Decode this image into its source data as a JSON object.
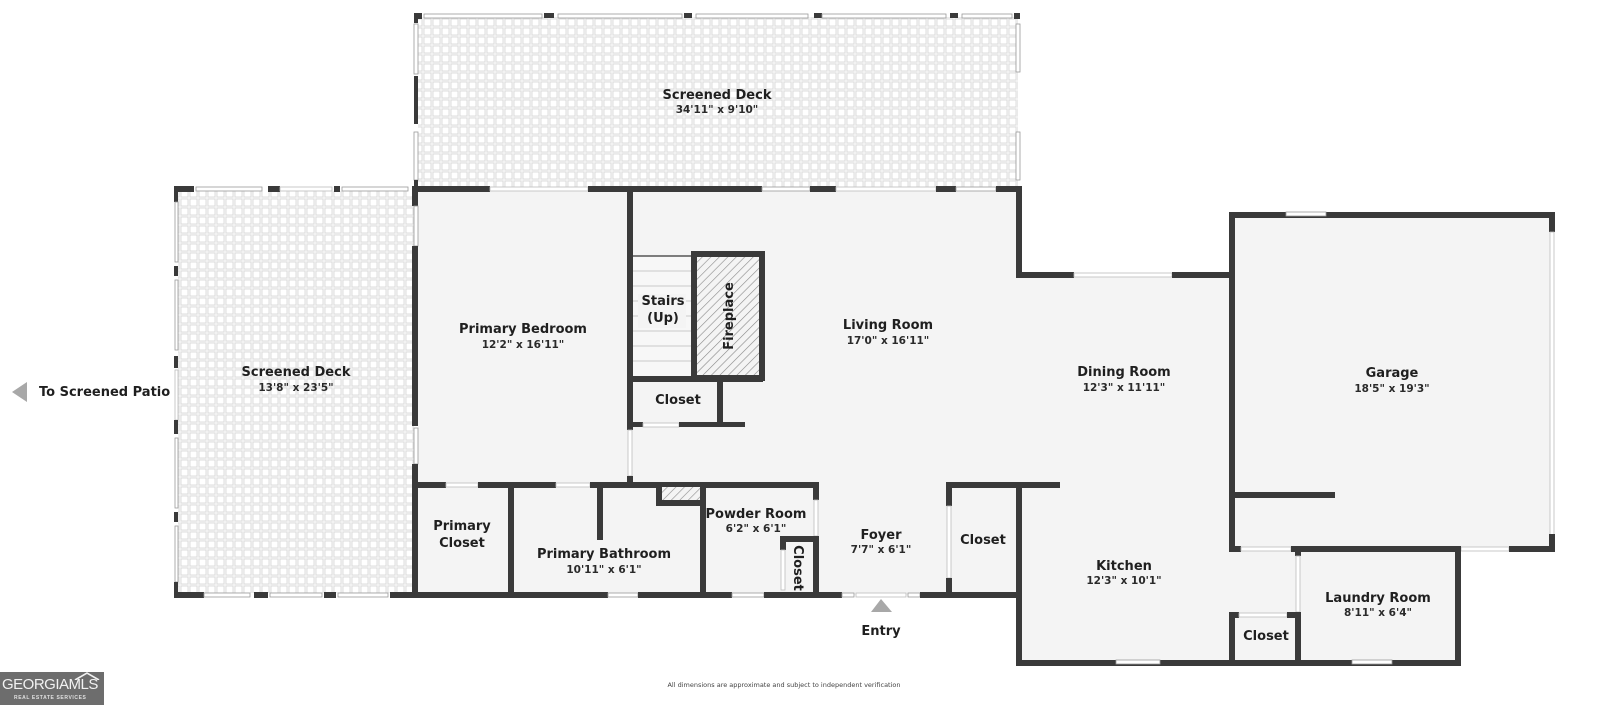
{
  "plan": {
    "type": "floor-plan",
    "colors": {
      "wall": "#3a3a3a",
      "floor": "#f4f4f4",
      "deck_tile": "#d6d6d6",
      "arrow": "#a8a8a8"
    },
    "rooms": {
      "screened_deck_top": {
        "name": "Screened Deck",
        "dims": "34'11\" x 9'10\""
      },
      "screened_deck_left": {
        "name": "Screened Deck",
        "dims": "13'8\" x 23'5\""
      },
      "primary_bedroom": {
        "name": "Primary Bedroom",
        "dims": "12'2\" x 16'11\""
      },
      "stairs": {
        "name_line1": "Stairs",
        "name_line2": "(Up)"
      },
      "fireplace": {
        "name": "Fireplace"
      },
      "stair_closet": {
        "name": "Closet"
      },
      "living_room": {
        "name": "Living Room",
        "dims": "17'0\" x 16'11\""
      },
      "dining_room": {
        "name": "Dining Room",
        "dims": "12'3\" x 11'11\""
      },
      "garage": {
        "name": "Garage",
        "dims": "18'5\" x 19'3\""
      },
      "primary_closet": {
        "name_line1": "Primary",
        "name_line2": "Closet"
      },
      "primary_bathroom": {
        "name": "Primary Bathroom",
        "dims": "10'11\" x 6'1\""
      },
      "powder_room": {
        "name": "Powder Room",
        "dims": "6'2\" x 6'1\""
      },
      "powder_closet": {
        "name": "Closet"
      },
      "foyer": {
        "name": "Foyer",
        "dims": "7'7\" x 6'1\""
      },
      "foyer_closet": {
        "name": "Closet"
      },
      "kitchen": {
        "name": "Kitchen",
        "dims": "12'3\" x 10'1\""
      },
      "laundry_room": {
        "name": "Laundry Room",
        "dims": "8'11\" x 6'4\""
      },
      "laundry_closet": {
        "name": "Closet"
      }
    },
    "labels": {
      "to_screened_patio": "To Screened Patio",
      "entry": "Entry",
      "disclaimer": "All dimensions are approximate and subject to independent verification"
    }
  },
  "logo": {
    "main": "GEORGIAMLS",
    "sub": "REAL ESTATE SERVICES"
  }
}
